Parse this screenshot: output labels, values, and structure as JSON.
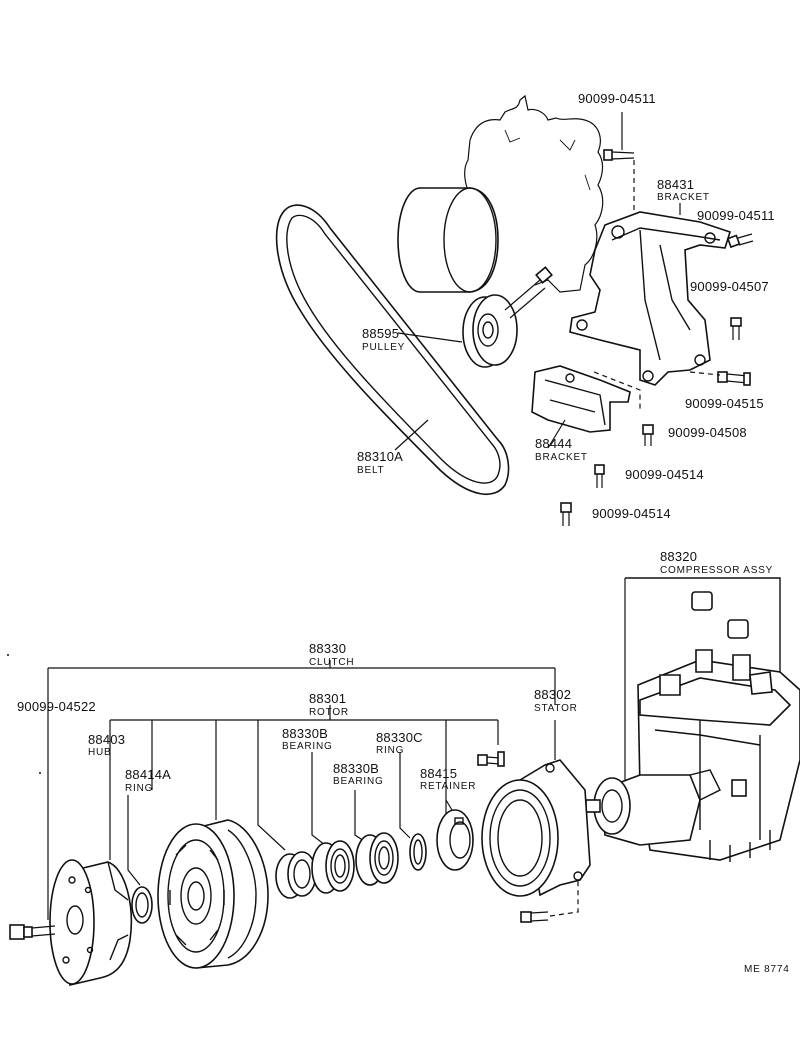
{
  "parts": {
    "bolt_04511_top": "90099-04511",
    "bracket_88431_no": "88431",
    "bracket_88431_name": "BRACKET",
    "bolt_04511_right": "90099-04511",
    "bolt_04507": "90099-04507",
    "pulley_no": "88595",
    "pulley_name": "PULLEY",
    "bolt_04515": "90099-04515",
    "bracket_88444_no": "88444",
    "bracket_88444_name": "BRACKET",
    "bolt_04508": "90099-04508",
    "belt_no": "88310A",
    "belt_name": "BELT",
    "bolt_04514_a": "90099-04514",
    "bolt_04514_b": "90099-04514",
    "compressor_no": "88320",
    "compressor_name": "COMPRESSOR ASSY",
    "clutch_no": "88330",
    "clutch_name": "CLUTCH",
    "bolt_04522": "90099-04522",
    "rotor_no": "88301",
    "rotor_name": "ROTOR",
    "stator_no": "88302",
    "stator_name": "STATOR",
    "hub_no": "88403",
    "hub_name": "HUB",
    "bearing_a_no": "88330B",
    "bearing_a_name": "BEARING",
    "ring_c_no": "88330C",
    "ring_c_name": "RING",
    "ring_a_no": "88414A",
    "ring_a_name": "RING",
    "bearing_b_no": "88330B",
    "bearing_b_name": "BEARING",
    "retainer_no": "88415",
    "retainer_name": "RETAINER"
  },
  "figure_code": "ME 8774"
}
